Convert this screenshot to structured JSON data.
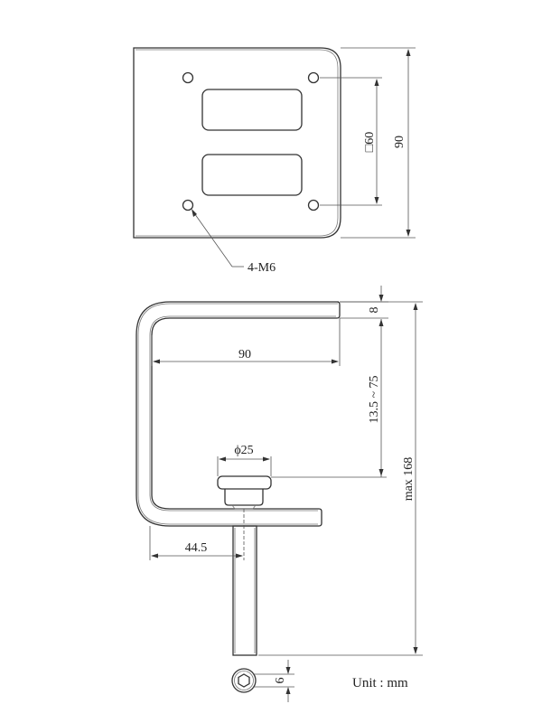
{
  "drawing": {
    "top_view": {
      "hole_label": "4-M6",
      "hole_spacing_label": "□60",
      "height_label": "90"
    },
    "side_view": {
      "top_jaw_width_label": "90",
      "thickness_label": "8",
      "clamp_range_label": "13.5 ~ 75",
      "pad_diameter_label": "ϕ25",
      "screw_offset_label": "44.5",
      "max_height_label": "max 168",
      "screw_head_label": "6"
    },
    "unit_label": "Unit : mm"
  }
}
